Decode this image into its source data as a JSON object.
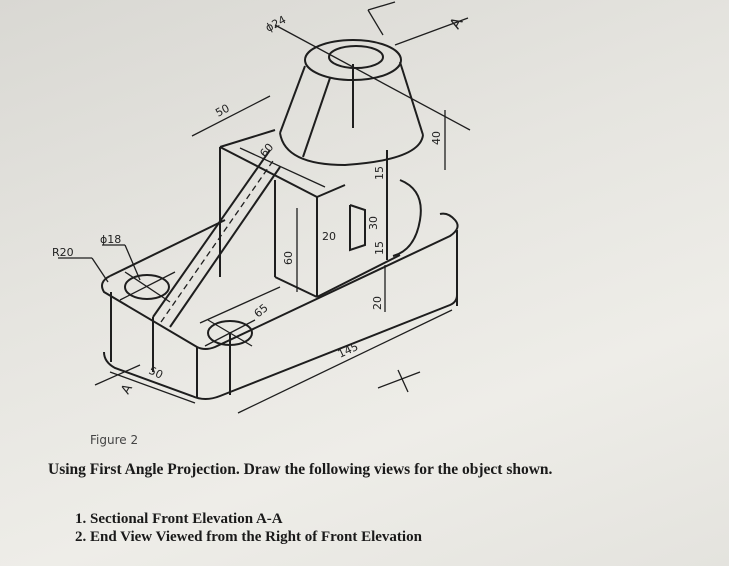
{
  "drawing": {
    "dimensions": {
      "d24": "ϕ24",
      "d50_top": "50",
      "d40": "40",
      "d60_rib": "60",
      "d15_top": "15",
      "d30": "30",
      "d15_bottom": "15",
      "d20_slot": "20",
      "d60_height": "60",
      "d20_base": "20",
      "d65": "65",
      "d145": "145",
      "d50_base": "50",
      "r20": "R20",
      "d18": "ϕ18"
    },
    "section_labels": {
      "a_top": "A",
      "a_bottom": "A"
    }
  },
  "figure_caption": "Figure 2",
  "instruction": "Using First Angle Projection. Draw the following views for the object shown.",
  "tasks": [
    "1. Sectional Front Elevation A-A",
    "2. End View Viewed from the Right of Front Elevation"
  ]
}
